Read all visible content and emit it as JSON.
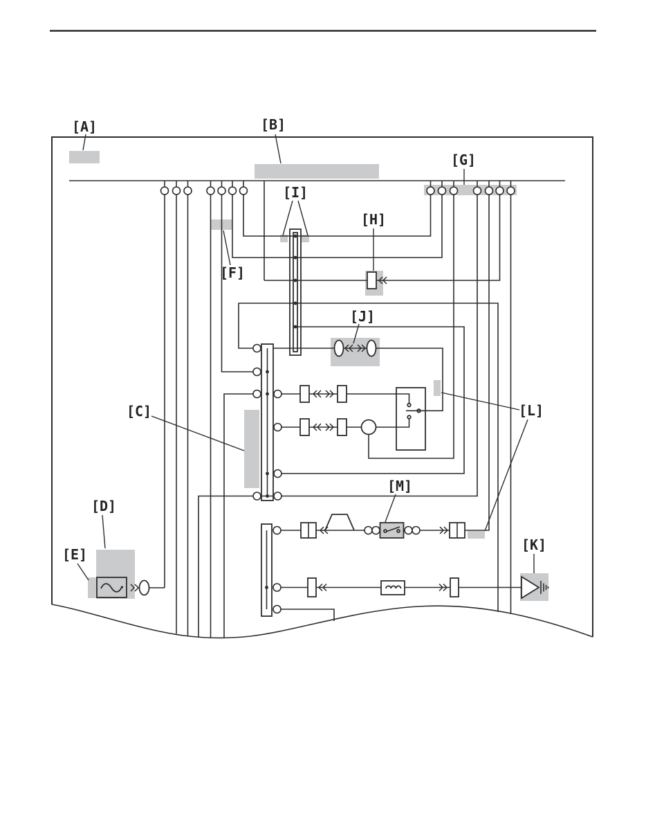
{
  "page": {
    "type": "service-manual wiring schematic with lettered callouts",
    "callouts": {
      "a": "[A]",
      "b": "[B]",
      "c": "[C]",
      "d": "[D]",
      "e": "[E]",
      "f": "[F]",
      "g": "[G]",
      "h": "[H]",
      "i": "[I]",
      "j": "[J]",
      "k": "[K]",
      "l": "[L]",
      "m": "[M]"
    },
    "colors": {
      "line": "#2d2d2d",
      "highlight": "#cacbcc",
      "background": "#ffffff",
      "label_ink": "#222222"
    }
  }
}
